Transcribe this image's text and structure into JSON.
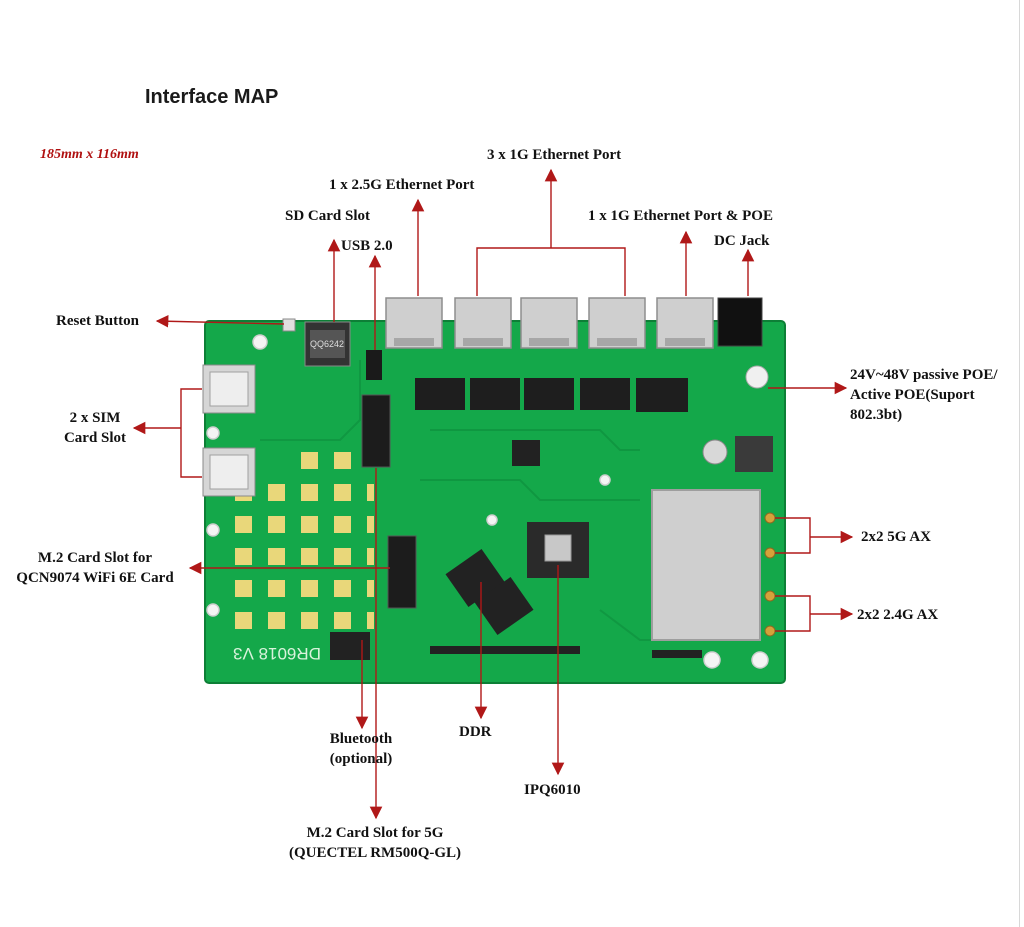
{
  "title": "Interface MAP",
  "board_size": "185mm x 116mm",
  "labels": {
    "eth_3x1g": "3 x 1G Ethernet Port",
    "eth_2_5g": "1 x 2.5G Ethernet Port",
    "eth_1g_poe": "1 x 1G Ethernet Port & POE",
    "sd_card": "SD Card Slot",
    "usb": "USB 2.0",
    "dc_jack": "DC Jack",
    "reset": "Reset Button",
    "sim_line1": "2 x SIM",
    "sim_line2": "Card Slot",
    "m2_wifi_line1": "M.2 Card Slot for",
    "m2_wifi_line2": "QCN9074  WiFi 6E Card",
    "poe_line1": "24V~48V passive POE/",
    "poe_line2": "Active POE(Suport",
    "poe_line3": "802.3bt)",
    "ax5g": "2x2 5G AX",
    "ax24g": "2x2 2.4G AX",
    "bt_line1": "Bluetooth",
    "bt_line2": "(optional)",
    "ddr": "DDR",
    "soc": "IPQ6010",
    "m2_5g_line1": "M.2 Card Slot for 5G",
    "m2_5g_line2": "(QUECTEL RM500Q-GL)"
  },
  "board": {
    "silkscreen": "DR6018 V3",
    "sd_marking": "QQ6242",
    "pcb_color": "#14a84a",
    "arrow_color": "#b01818"
  }
}
